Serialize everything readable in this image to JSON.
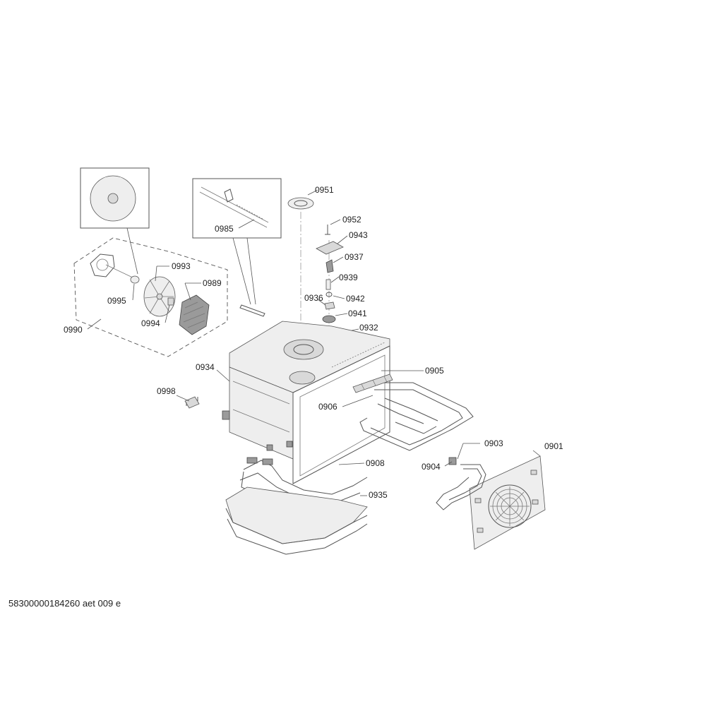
{
  "labels": {
    "p0951": "0951",
    "p0952": "0952",
    "p0943": "0943",
    "p0937": "0937",
    "p0939": "0939",
    "p0936": "0936",
    "p0942": "0942",
    "p0941": "0941",
    "p0932": "0932",
    "p0905": "0905",
    "p0906": "0906",
    "p0903": "0903",
    "p0901": "0901",
    "p0904": "0904",
    "p0908": "0908",
    "p0935": "0935",
    "p0934": "0934",
    "p0998": "0998",
    "p0985": "0985",
    "p0993": "0993",
    "p0989": "0989",
    "p0995": "0995",
    "p0994": "0994",
    "p0990": "0990"
  },
  "footer": {
    "drawing_id": "58300000184260 aet 009 e"
  }
}
